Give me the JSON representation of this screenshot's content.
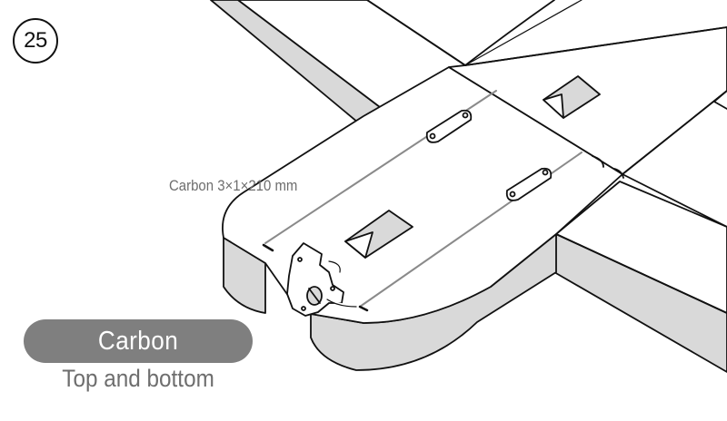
{
  "step": {
    "number": "25"
  },
  "callout": {
    "label": "Carbon 3×1×210 mm"
  },
  "material": {
    "name": "Carbon",
    "placement": "Top and bottom"
  },
  "colors": {
    "outline": "#111111",
    "edge_face": "#d9d9d9",
    "spar_line": "#8a8a8a",
    "pill": "#7f7f7f",
    "text_gray": "#6e6e6e"
  },
  "icons": [
    "step-number-badge",
    "carbon-spar-rod",
    "spar-mounting-clip",
    "motor-mount-plate"
  ]
}
